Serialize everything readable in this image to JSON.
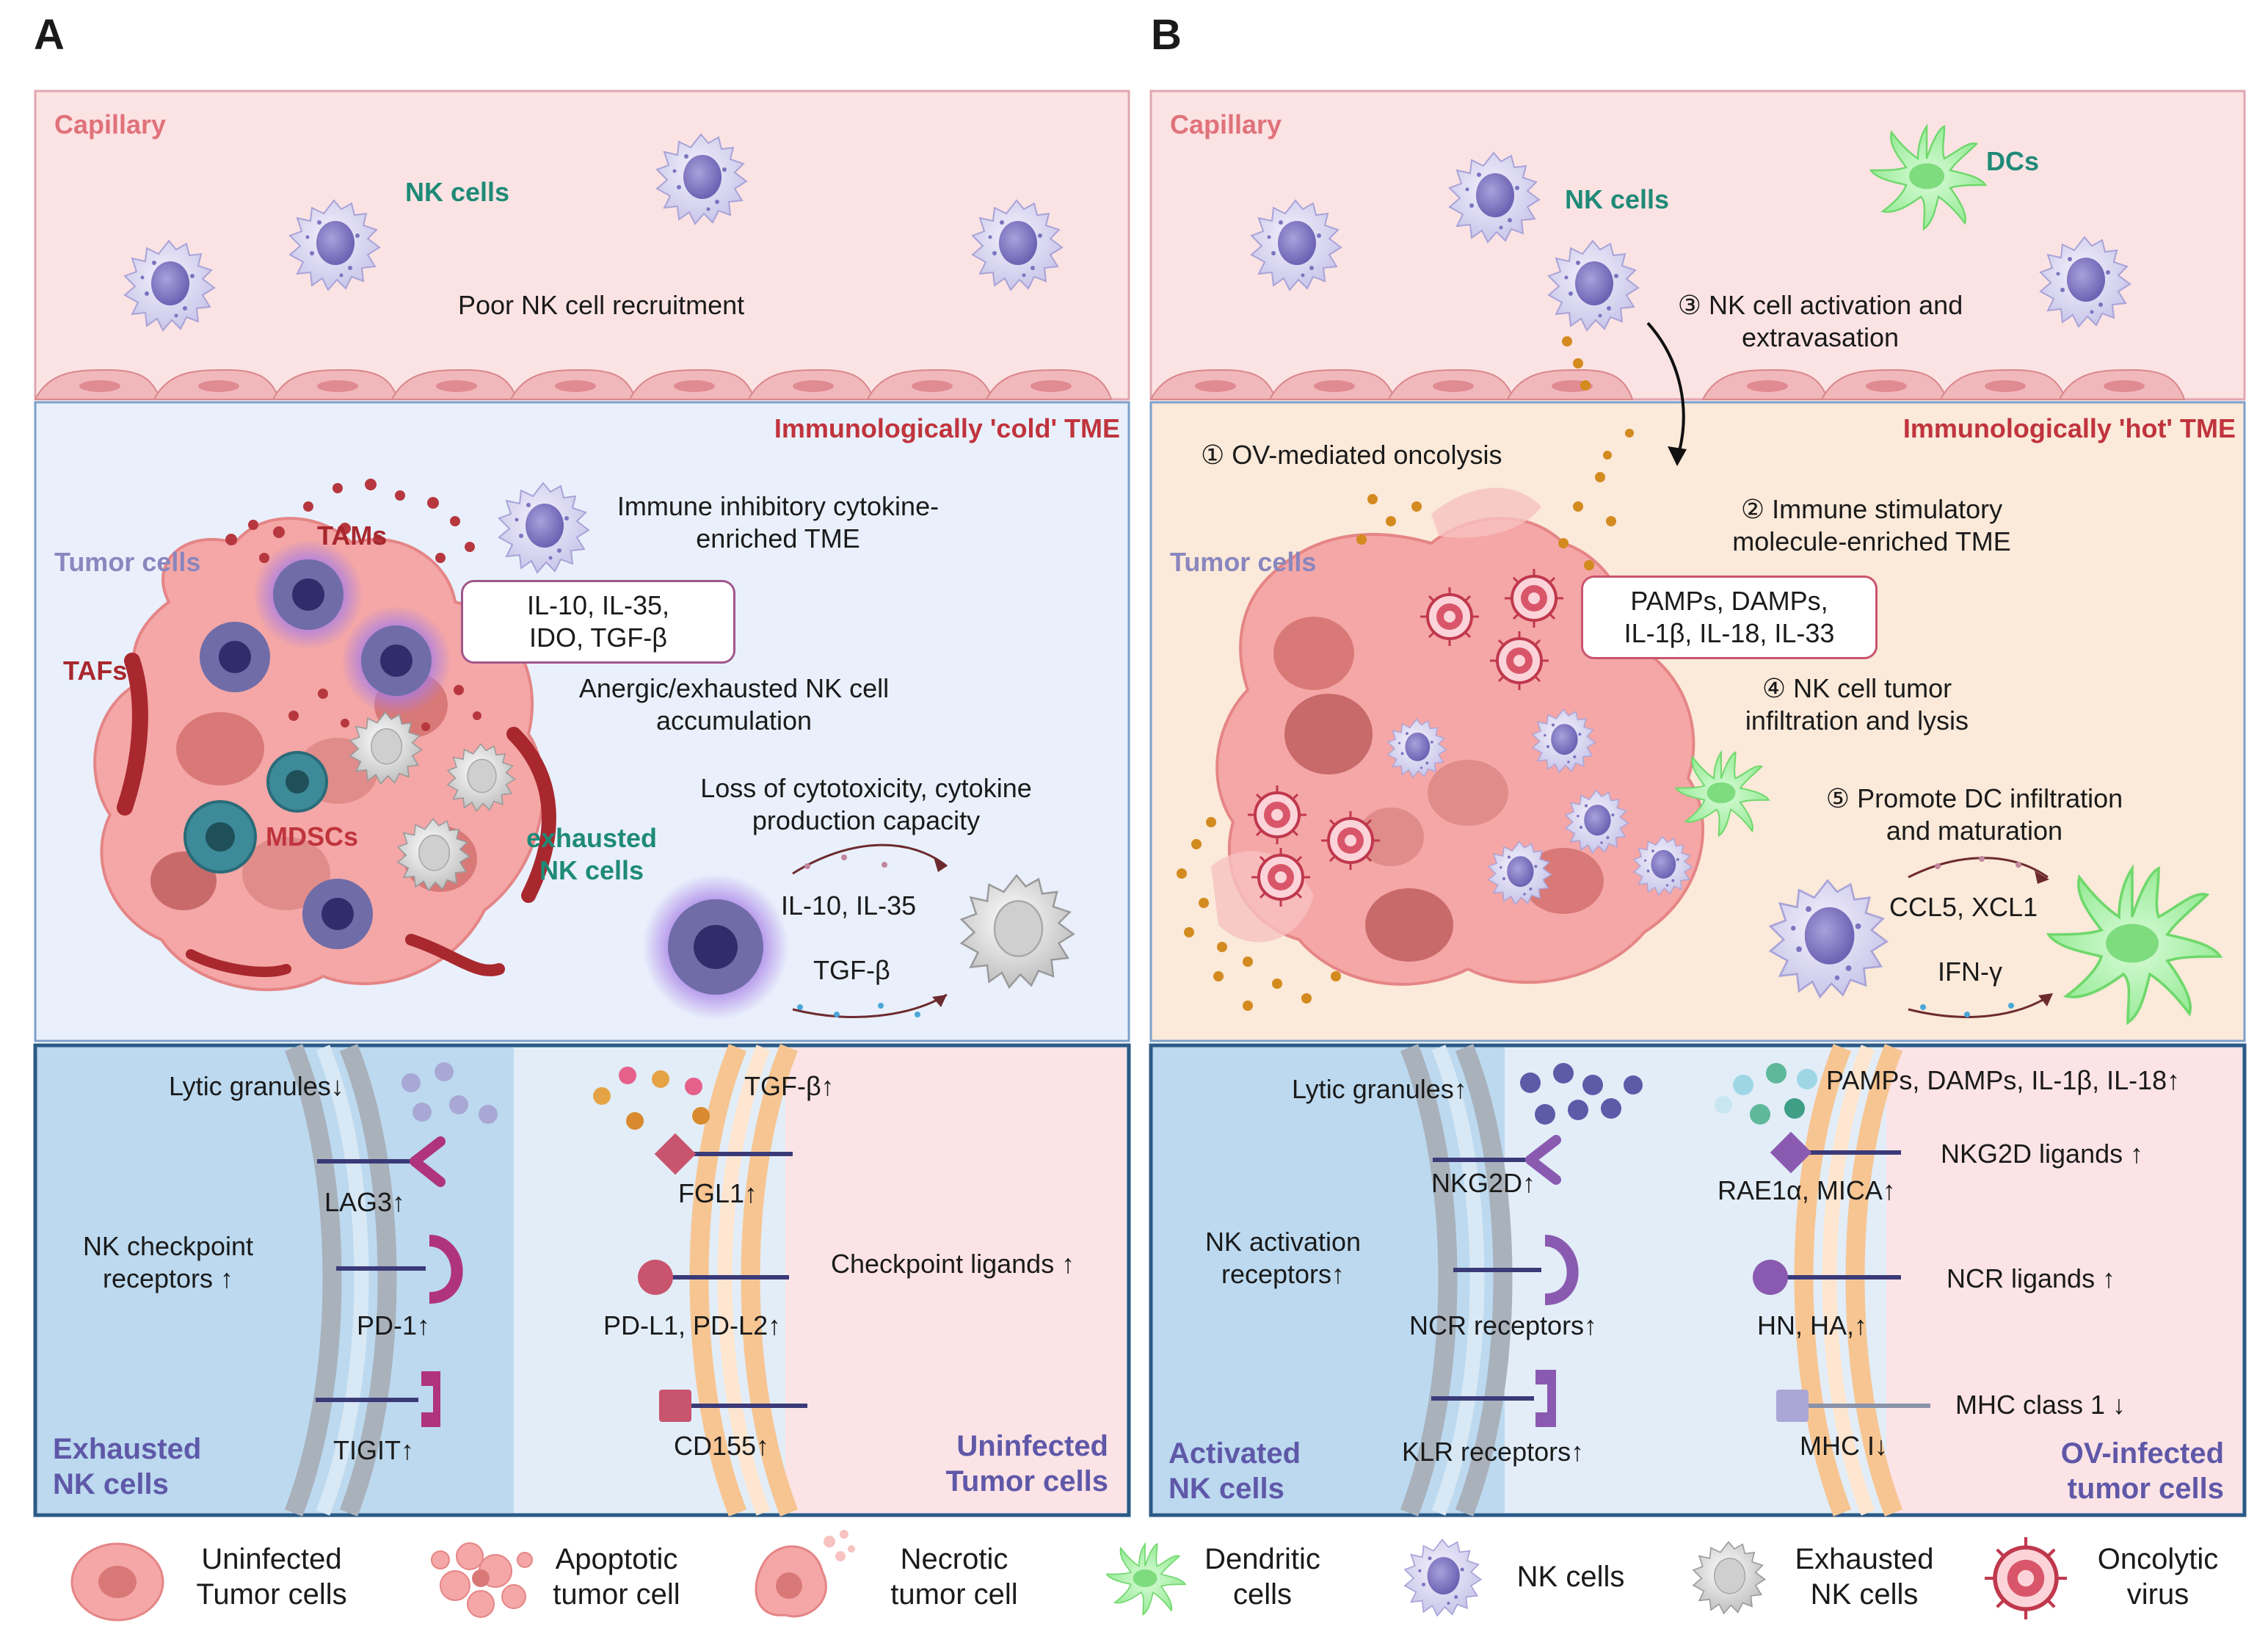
{
  "panelA": {
    "letter": "A",
    "capillary": "Capillary",
    "nk_cells": "NK cells",
    "recruitment": "Poor NK cell recruitment",
    "tme_title": "Immunologically 'cold' TME",
    "tumor_cells": "Tumor cells",
    "tams": "TAMs",
    "tafs": "TAFs",
    "mdscs": "MDSCs",
    "exhausted_nk_line1": "exhausted",
    "exhausted_nk_line2": "NK cells",
    "inhibitory_line1": "Immune inhibitory cytokine-",
    "inhibitory_line2": "enriched TME",
    "cytokine_box_line1": "IL-10, IL-35,",
    "cytokine_box_line2": "IDO, TGF-β",
    "anergic_line1": "Anergic/exhausted NK cell",
    "anergic_line2": "accumulation",
    "loss_line1": "Loss of cytotoxicity, cytokine",
    "loss_line2": "production capacity",
    "il10_il35": "IL-10, IL-35",
    "tgfb": "TGF-β",
    "synapse": {
      "lytic": "Lytic granules↓",
      "tgfb_up": "TGF-β↑",
      "lag3": "LAG3↑",
      "fgl1": "FGL1↑",
      "checkpoint_receptors_line1": "NK checkpoint",
      "checkpoint_receptors_line2": "receptors ↑",
      "checkpoint_ligands": "Checkpoint ligands ↑",
      "pd1": "PD-1↑",
      "pdl": "PD-L1, PD-L2↑",
      "tigit": "TIGIT↑",
      "cd155": "CD155↑",
      "left_label_line1": "Exhausted",
      "left_label_line2": "NK cells",
      "right_label_line1": "Uninfected",
      "right_label_line2": "Tumor cells"
    }
  },
  "panelB": {
    "letter": "B",
    "capillary": "Capillary",
    "nk_cells": "NK cells",
    "dcs": "DCs",
    "step3_line1": "③ NK cell activation and",
    "step3_line2": "extravasation",
    "tme_title": "Immunologically 'hot' TME",
    "step1": "① OV-mediated oncolysis",
    "step2_line1": "② Immune stimulatory",
    "step2_line2": "molecule-enriched TME",
    "tumor_cells": "Tumor cells",
    "pamps_box_line1": "PAMPs, DAMPs,",
    "pamps_box_line2": "IL-1β, IL-18, IL-33",
    "step4_line1": "④ NK cell tumor",
    "step4_line2": "infiltration and lysis",
    "step5_line1": "⑤ Promote DC infiltration",
    "step5_line2": "and maturation",
    "ccl5": "CCL5, XCL1",
    "ifng": "IFN-γ",
    "synapse": {
      "lytic": "Lytic granules↑",
      "pamps": "PAMPs, DAMPs, IL-1β, IL-18↑",
      "nkg2d": "NKG2D↑",
      "rae": "RAE1α, MICA↑",
      "nkg2d_ligands": "NKG2D ligands ↑",
      "activation_line1": "NK activation",
      "activation_line2": "receptors↑",
      "ncr_receptors": "NCR receptors↑",
      "hn_ha": "HN, HA,↑",
      "ncr_ligands": "NCR ligands ↑",
      "klr": "KLR receptors↑",
      "mhc_i": "MHC I↓",
      "mhc_class": "MHC class 1 ↓",
      "left_label_line1": "Activated",
      "left_label_line2": "NK cells",
      "right_label_line1": "OV-infected",
      "right_label_line2": "tumor cells"
    }
  },
  "legend": [
    {
      "icon": "uninfected-tumor-cell-icon",
      "line1": "Uninfected",
      "line2": "Tumor cells"
    },
    {
      "icon": "apoptotic-tumor-cell-icon",
      "line1": "Apoptotic",
      "line2": "tumor cell"
    },
    {
      "icon": "necrotic-tumor-cell-icon",
      "line1": "Necrotic",
      "line2": "tumor cell"
    },
    {
      "icon": "dendritic-cell-icon",
      "line1": "Dendritic",
      "line2": "cells"
    },
    {
      "icon": "nk-cell-icon",
      "line1": "NK cells",
      "line2": ""
    },
    {
      "icon": "exhausted-nk-cell-icon",
      "line1": "Exhausted",
      "line2": "NK cells"
    },
    {
      "icon": "oncolytic-virus-icon",
      "line1": "Oncolytic",
      "line2": "virus"
    }
  ],
  "colors": {
    "capillary_bg": "#fbe3e4",
    "cold_bg": "#e9f0fb",
    "hot_bg": "#fbe9d9",
    "synapse_left": "#bcd9ef",
    "synapse_right": "#fbe3e6",
    "panel_border": "#2b5a86",
    "label_red": "#b8393b",
    "label_green": "#1f8a77",
    "label_purple": "#7b6fb3"
  }
}
